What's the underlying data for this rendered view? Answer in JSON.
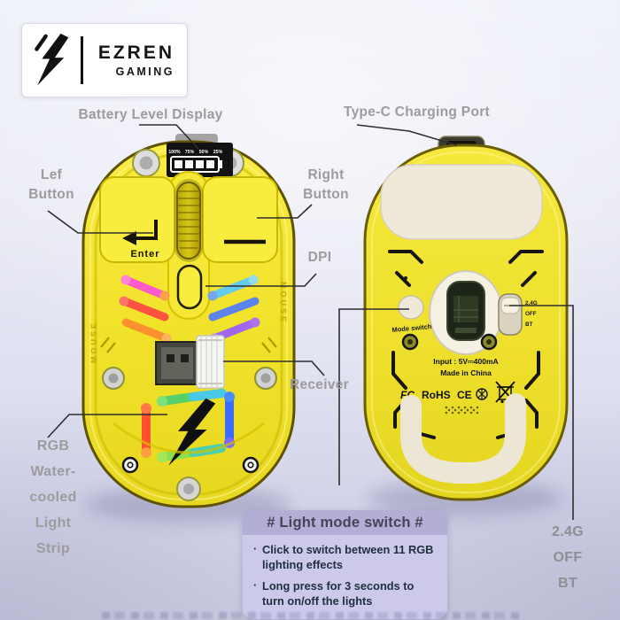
{
  "logo": {
    "brand": "EZREN",
    "sub": "GAMING"
  },
  "callouts": {
    "battery": "Battery Level Display",
    "typec": "Type-C Charging Port",
    "left_l1": "Lef",
    "left_l2": "Button",
    "right_l1": "Right",
    "right_l2": "Button",
    "dpi": "DPI",
    "receiver": "Receiver",
    "rgb_l1": "RGB",
    "rgb_l2": "Water-",
    "rgb_l3": "cooled",
    "rgb_l4": "Light",
    "rgb_l5": "Strip",
    "conn_l1": "2.4G",
    "conn_l2": "OFF",
    "conn_l3": "BT"
  },
  "top_mouse": {
    "battery_ticks": [
      "100%",
      "75%",
      "50%",
      "25%"
    ],
    "enter_label": "Enter",
    "side_text": "MOUSE"
  },
  "bottom_mouse": {
    "mode_switch_label": "Mode switch",
    "switch_labels": [
      "2.4G",
      "OFF",
      "BT"
    ],
    "input_label": "Input : 5V⎓400mA",
    "made_label": "Made in China",
    "cert_fcc": "FC",
    "cert_rohs": "RoHS",
    "cert_ce": "CE"
  },
  "info_box": {
    "title": "# Light mode switch #",
    "bullet_1": "Click to switch between 11 RGB lighting effects",
    "bullet_2": "Long press for 3 seconds to turn on/off the lights"
  },
  "colors": {
    "accent_yellow": "#f2e32b",
    "label_gray": "#9c9c9c",
    "info_header_bg": "#b3aed6",
    "info_body_bg": "#cdc9ea",
    "info_text": "#1e2f3d"
  }
}
